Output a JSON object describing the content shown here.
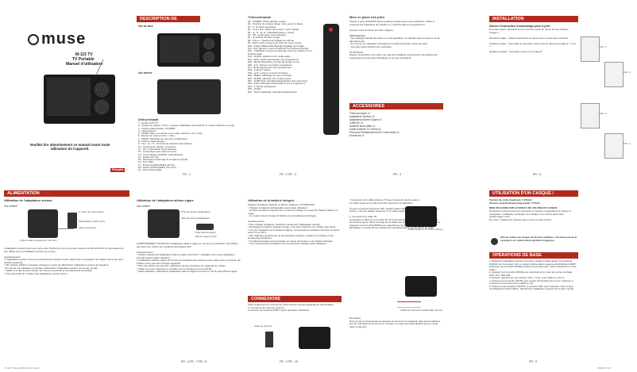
{
  "cover": {
    "brand": "muse",
    "model": "M-115 TV",
    "title": "TV Portable",
    "subtitle": "Manuel d'utilisation",
    "notice": "Veuillez lire attentivement ce manuel avant toute\nutilisation de l'appareil.",
    "lang": "Français"
  },
  "p1": {
    "header": "DESCRIPTION DE L'APPAREIL",
    "front_label": "Vue de face",
    "back_label": "Vue arrière",
    "list_heading": "Unité principale",
    "list": "1 - Ecran LCD TFT\n2 - Voyant de charge / CHG : Lorsque l'adaptateur est branché, le voyant s'allume en rouge\n3 - Voyant d'alimentation / POWER\n4 - Haut-parleurs\n5 - MODE: Mise en marche ou en veille, sélection d'un mode\n6 - Bouton de volume VOL- / VOL+\n7 - MENU: Affichage du menu de configuration\n8 - Antenne télescopique\n9 - CH- / ▲ / ▼ : Touches de sélection des chaînes\n10 - Connecteur casque / écouteurs\n11 - OK: confirmation de la sélection\n12 - Connecteur pour carte mémoire\n13 - Commutateur ON/OFF (marche/arrêt)\n14 - Entrée DC 12V\n15 - Récepteur infrarouge de la télécommande\n16 - Port USB\n17 - Entrée AUDIO/VIDEO (AV IN)\n18 - Sortie AUDIO/VIDEO (AV OUT)\n19 - Pied escamotable",
    "footer": "FR - 1"
  },
  "p2": {
    "heading": "Télécommande",
    "list": "#1 - POWER: Mode standby (veille)\n#2 - Touches de couleur rouge, verte, jaune et bleue\n#3 - 0...9: Pavé numérique\n#4 - ◄◄ / ►►: Début de la piste / retour rapide\n#5 - ▲, ▼, ◄, ►: Haut/bas/Gauche / droite\n#6 - OK: confirmation de la sélection\n#7 - ▲ ZOOM: ZOOM / image\n#8 - VOL+/-: Touches de réglage du volume\n#9 - EXIT (sortie retour) pour sortir du menu actuel\n#10 - P.ADJ (REGLAGE IMAGE): Réglage de l'image\n#11 - FAV (favoris): permet d'afficher les chaînes favorites\n#12 - TV/RADIO: permet de basculer entre les chaînes TV et chaînes radio\n#13 - AUDIO: sélection d'un mode audio\n#14 - EPG: Guide électronique des programmes\n#15 - MUTE (Sourdine): permet de couper le son\n#16 - ►►: Retour à la chaîne précédente\n#17 - ■: Enregistrement des programmes\n#18 - Lecture / pause\n#19 - ▲▼: Lecture et autres fonctions\n#20 - MENU: affichage du menu principal\n#21 - MODE: sélection d'un mode source\n#22 - SUBTITLE: activation/désactivation des sous-titres\n#23 - INFO: affichage d'informations sur le programme\n#24 - ● Touche Enregistrer\n#25 - AV/HD\n#26 - TEXT (télétexte): activation/désactivation",
    "footer": "FR - 2 FR - 3"
  },
  "p3": {
    "heading": "Mise en place des piles",
    "text": "Insérez 2 piles AAA/LR03 dans la télécommande avant toute utilisation. Veillez à respecter les indications de polarité (+/-) inscrites dans le compartiment.\n\nAssurez-vous d'enlever les piles usagées.\n\nREMARQUES:\n- Ne mélangez jamais des piles non rechargeables, ne chauffez pas les piles et ne les démontez pas.\n- En cas de non utilisation prolongée de la télécommande, retirez les piles.\n- Les piles usées doivent être recyclées.\n\nATTENTION:\nRisque d'explosion si les piles n'ont pas été installées correctement. Remplacez-les uniquement par des piles identiques ou de type équivalent.",
    "acc_header": "ACCESSOIRES",
    "acc": "Télécommande x1\nAdaptateur Secteur x1\nAdaptateur Allume-Cigare x1\nCâble AV x1\nAntenne avec câble x1\nCâble Antenne TV Orient x1\nPied pour Positionnement En Carton/bois x1\nEcouteurs x1",
    "footer": "FR - 4"
  },
  "p4": {
    "header": "INSTALLATION",
    "heading": "Manuel d'instruction d'assemblage pour le pied",
    "steps": "Première étape : Dévissez la vis et sortez le pied du carton tel que l'indique l'image 1.\n\nDeuxième étape : Faites exactement de même pour le pied situé à l'arrière.\n\nTroisième étape : Verrouillez le pied dans l'unité comme dans les images 3, 4, 5 et 7.\n\nQuatrième étape : Complété comme sur l'image 8",
    "pos_labels": [
      "Pos. 1",
      "Pos. 2",
      "Pos. 3",
      "Pos. 4"
    ],
    "footer": "FR - 5"
  },
  "b1": {
    "header": "ALIMENTATION",
    "heading": "Utilisation de l'adaptateur secteur",
    "sub": "Vue arrière",
    "labels": [
      "1. Prise de prise secteur",
      "Alimentation (sortie 12V)",
      "Jack connecteur",
      "Prise murale uniquement / DC 12V"
    ],
    "text": "L'adaptateur secteur fourni est conçu pour fonctionner sur une tension secteur de 100-240V AC et doit seulement être utilisé sur une installation secteur de ce type.\n\nAvertissements:\n* L'adaptateur secteur fourni est exclusivement destiné à être utilisé avec cet appareil. Ne l'utilisez donc pas avec d'autres appareils.\n* Afin d'éviter d'abîmer l'appareil, éteignez-le avant de débrancher l'adaptateur secteur de l'appareil.\n* En cas de non-utilisation prolongée, débranchez l'adaptateur secteur de la prise murale.\n* Veillez à ce que la prise secteur se trouve à proximité et soit facilement accessible.\n* Il est préconisé de n'utiliser que l'adaptateur secteur fourni.",
    "footer": ""
  },
  "b2": {
    "heading": "Utilisation de l'adaptateur allume-cigare",
    "sub": "Vue arrière",
    "labels": [
      "Prise de sortie d'adaptateur",
      "Jack de sortie d'adaptateur",
      "Prise allume-cigare",
      "Allume-cigare (12V)"
    ],
    "text": "AVERTISSEMENT: Débranchez l'adaptateur allume-cigare en cas de non-utilisation. Ne l'utilisez pas dans une voiture aux systèmes électriques 24V.\n\nAvertissements:\n* Utilisez uniquement l'adaptateur allume-cigare 12V fourni. L'utilisation d'un autre adaptateur pourrait endommager l'appareil.\n* L'adaptateur allume-cigare 12V fourni est exclusivement destiné à être utilisé avec ce produit. Ne l'utilisez donc pas avec d'autres appareils.\n* Pour des raisons de sécurité, n'effectuez aucune opération sur l'appareil en roulant.\n* Veillez à ce que l'appareil ne constitue pas un danger pour la conduite.\n* Après utilisation, débranchez l'adaptateur allume-cigare du lecteur et de la prise allume-cigare.",
    "footer": "FR - 6 FR - 7 FR - 8"
  },
  "b3": {
    "heading": "Utilisation de la batterie intégrée",
    "text": "Chargez la batterie (batterie au lithium intégrée 3.7V/2500mAh)\n- Chargez la batterie rechargeable avant toute utilisation.\n- Lorsque la batterie intégrée est en cours de charge, le voyant de charge s'allume en rouge.\n- Le voyant s'éteint lorsque la batterie est complètement chargée.\n\nAvertissements:\n* Pour charger la batterie, branchez uniquement l'adaptateur secteur.\n* Rechargez la batterie intégrée lorsque vous avez l'intention de l'utiliser plus après.\n* Lors de l'utilisation de la batterie intégrée, la température ambiante doit être comprise entre 5°C et 35°C.\n* Afin d'allonger la durée de vie de la batterie intégrée, veuillez la recharger à une température d'intérieur.\n* La batterie intégrée peut présenter un risque d'incendie ou de brûlure chimique.\n* Il est important que la batterie soit correctement chargée avant utilisation.",
    "conn_header": "CONNEXIONS",
    "conn_text": "Avant d'effectuer les connexions, déconnectez tous les appareils de l'alimentation.\n1. Connexion de l'antenne externe\nConnexion de l'antenne DVB-T (pour réception extérieure)",
    "ant_label": "Antenne (Fourni)",
    "footer": "FR - 9 FR - 10"
  },
  "b4": {
    "text": "* Connexion d'un câble antenne TV (pour réception dans le salon)\nUn câble antenne du salon doit être connecté à la télévision.\n\nSi vous connectez l'antenne TNT, veuillez régler l'option « Antenne alimentation » à « Activé ». Si vous utilisez l'antenne TV murale, réglez-la sur « Désactivé ».\n\n2. Connexion du câble AV\nConnectez le câble AV à la sortie AV OUT de la Entrée AV IN. Vous pouvez relier les connexions jaune, blanc et rouge de ce câble aux prises audio/vidéo correspondantes.\nAppuyez sur la touche MODE pour sélectionner la source « AV ».\nRemarque: La sortie AV est uniquement opérationnelle en mode HDTV ou USB.",
    "cable_label": "Câble antenne TV Orient (fourni)",
    "av_label": "Câble de connexion Audio/vidéo (fourni)",
    "note": "Remarque:\nDans le cas où d'anciennes remarques se trouvent sur l'appareil, elles seront effacées lors de l'extinction de la source et, ensuite, le mode sera automatiquement en mode radio (mode AV)."
  },
  "b5": {
    "header": "UTILISATION D'UN CASQUE / D'ÉCOUTEURS",
    "heading": "Tension de sortie maximum: 4 150mV\nTension caractéristique large bande: 0.75mV",
    "sub": "MISE EN GARDE SUR LE NIVEAU DE VOLUME DU CASQUE",
    "text": "Diminuez le volume avant de connecter un casque et augmentez le volume si nécessaire. L'utilisation prolongée d'un casque à un volume élevé peut endommager l'ouïe.\nEn outre, n'utilisez les casques que si vous en avez besoin.",
    "warn": "Afin de réduire les risques de lésions auditives, n'écoutez pas de la musique à un volume élevé pendant longtemps.",
    "ops_header": "OPÉRATIONS DE BASE",
    "ops": "1. Branchez l'adaptateur secteur à la prise murale et faites glisser l'interrupteur ON/OFF sur la position ON. Le voyant d'alimentation passera de ROUGE à VERT. (Appuyez sur la touche MODE pendant 3 secondes pour mettre l'appareil en mode veille.)\n2. Appuyez sur la touche MODE pour sélectionner le mode de source souhaité (DTV, AV, USB, SD).\n3. Ensuite, appuyez sur les touches VOL+ / VOL- pour régler le volume.\n4. Appuyez sur la touche MUTE pour couper temporairement le son. Appuyez à nouveau sur la touche pour rétablir le son.\n5. Placez le commutateur ON/OFF en position OFF pour l'éteindre. Pour couper complètement l'alimentation, débranchez l'adaptateur secteur de la prise murale.",
    "footer": "FR - 9"
  },
  "colors": {
    "accent": "#b22a1e",
    "tv": "#1a1a1a"
  },
  "bottom_left": "M-115 TV-EU-M-08-07-2013.indd 1",
  "bottom_right": "8/08/13  17:28"
}
